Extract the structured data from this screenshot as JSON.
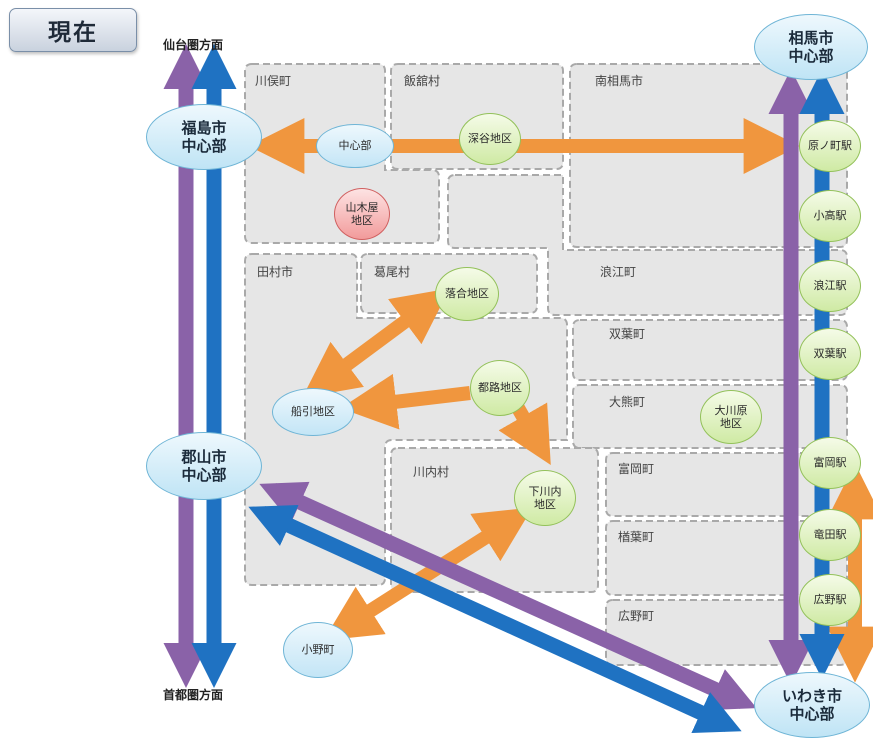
{
  "header": {
    "title": "現在"
  },
  "directions": {
    "sendai": "仙台圏方面",
    "shutoken": "首都圏方面"
  },
  "cities": {
    "fukushima": "福島市\n中心部",
    "koriyama": "郡山市\n中心部",
    "soma": "相馬市\n中心部",
    "iwaki": "いわき市\n中心部"
  },
  "areas": {
    "kawamata": "川俣町",
    "iitate": "飯舘村",
    "minamisoma": "南相馬市",
    "tamura": "田村市",
    "katsurao": "葛尾村",
    "namie": "浪江町",
    "futaba": "双葉町",
    "okuma": "大熊町",
    "kawauchi": "川内村",
    "tomioka": "富岡町",
    "naraha": "楢葉町",
    "hirono": "広野町"
  },
  "districts": {
    "chushinbu": "中心部",
    "fukaya": "深谷地区",
    "yamakiya": "山木屋\n地区",
    "ochiai": "落合地区",
    "funehiki": "船引地区",
    "miyakoji": "都路地区",
    "shimokawauchi": "下川内\n地区",
    "okawara": "大川原\n地区",
    "ono": "小野町"
  },
  "stations": {
    "haranomachi": "原ノ町駅",
    "odaka": "小高駅",
    "namie": "浪江駅",
    "futaba": "双葉駅",
    "tomioka": "富岡駅",
    "tatsuta": "竜田駅",
    "hirono": "広野駅"
  },
  "colors": {
    "orange_arrow": "#f0963e",
    "purple_arrow": "#8a62a8",
    "blue_arrow": "#1f72c2",
    "area_fill": "#e6e6e6",
    "area_border": "#a9a9a9"
  }
}
